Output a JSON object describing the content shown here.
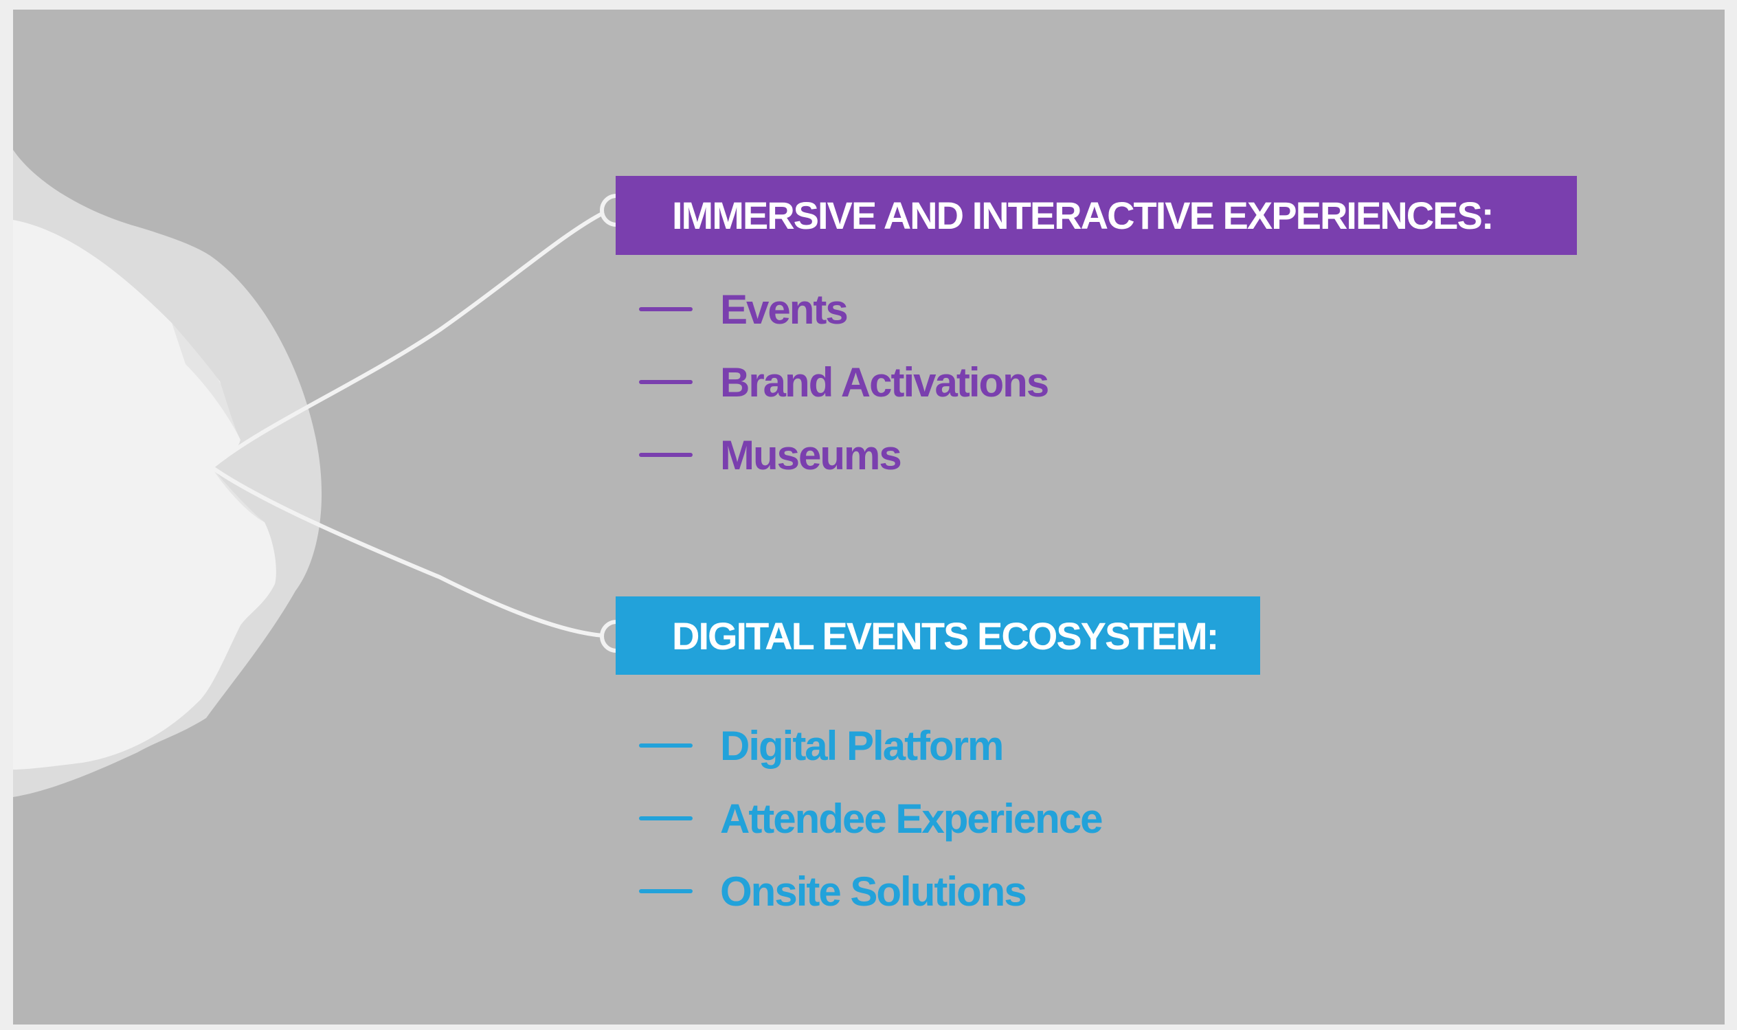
{
  "colors": {
    "background": "#b5b5b5",
    "frame": "#eeeeee",
    "purple": "#7a3fae",
    "blue": "#22a2da",
    "connector": "#f2f2f2",
    "blob_outer": "#dcdcdc",
    "blob_inner": "#f2f2f2"
  },
  "sections": [
    {
      "title": "IMMERSIVE AND INTERACTIVE EXPERIENCES:",
      "color": "#7a3fae",
      "items": [
        "Events",
        "Brand Activations",
        "Museums"
      ]
    },
    {
      "title": "DIGITAL EVENTS ECOSYSTEM:",
      "color": "#22a2da",
      "items": [
        "Digital Platform",
        "Attendee Experience",
        "Onsite Solutions"
      ]
    }
  ],
  "icons": {
    "connector_node": "ring-node-icon",
    "list_marker": "dash-icon"
  }
}
